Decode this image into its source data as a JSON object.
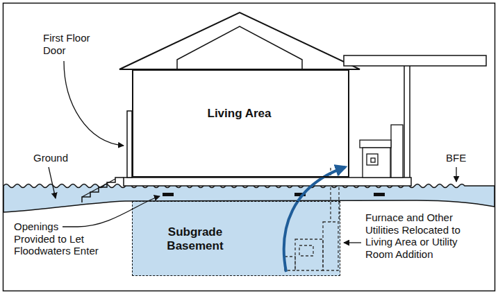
{
  "diagram": {
    "nodes": [
      {
        "text": [
          "Living Area"
        ]
      },
      {
        "text": [
          "Subgrade Basement"
        ]
      }
    ],
    "labels": [
      "First Floor Door",
      "Ground",
      "BFE",
      "Openings Provided to Let Floodwaters Enter",
      "Furnace and Other Utilities Relocated to Living Area or Utility Room Addition"
    ]
  }
}
